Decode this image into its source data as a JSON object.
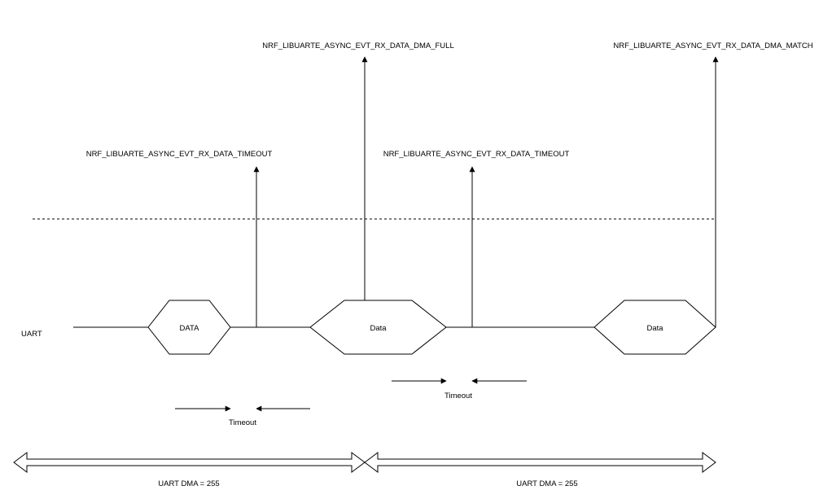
{
  "signal_label": "UART",
  "packets": [
    {
      "label": "DATA"
    },
    {
      "label": "Data"
    },
    {
      "label": "Data"
    }
  ],
  "events": [
    {
      "label": "NRF_LIBUARTE_ASYNC_EVT_RX_DATA_TIMEOUT"
    },
    {
      "label": "NRF_LIBUARTE_ASYNC_EVT_RX_DATA_DMA_FULL"
    },
    {
      "label": "NRF_LIBUARTE_ASYNC_EVT_RX_DATA_TIMEOUT"
    },
    {
      "label": "NRF_LIBUARTE_ASYNC_EVT_RX_DATA_DMA_MATCH"
    }
  ],
  "timeouts": [
    {
      "label": "Timeout"
    },
    {
      "label": "Timeout"
    }
  ],
  "dma_spans": [
    {
      "label": "UART DMA = 255"
    },
    {
      "label": "UART DMA = 255"
    }
  ],
  "colors": {
    "stroke": "#000000",
    "background": "#ffffff"
  }
}
